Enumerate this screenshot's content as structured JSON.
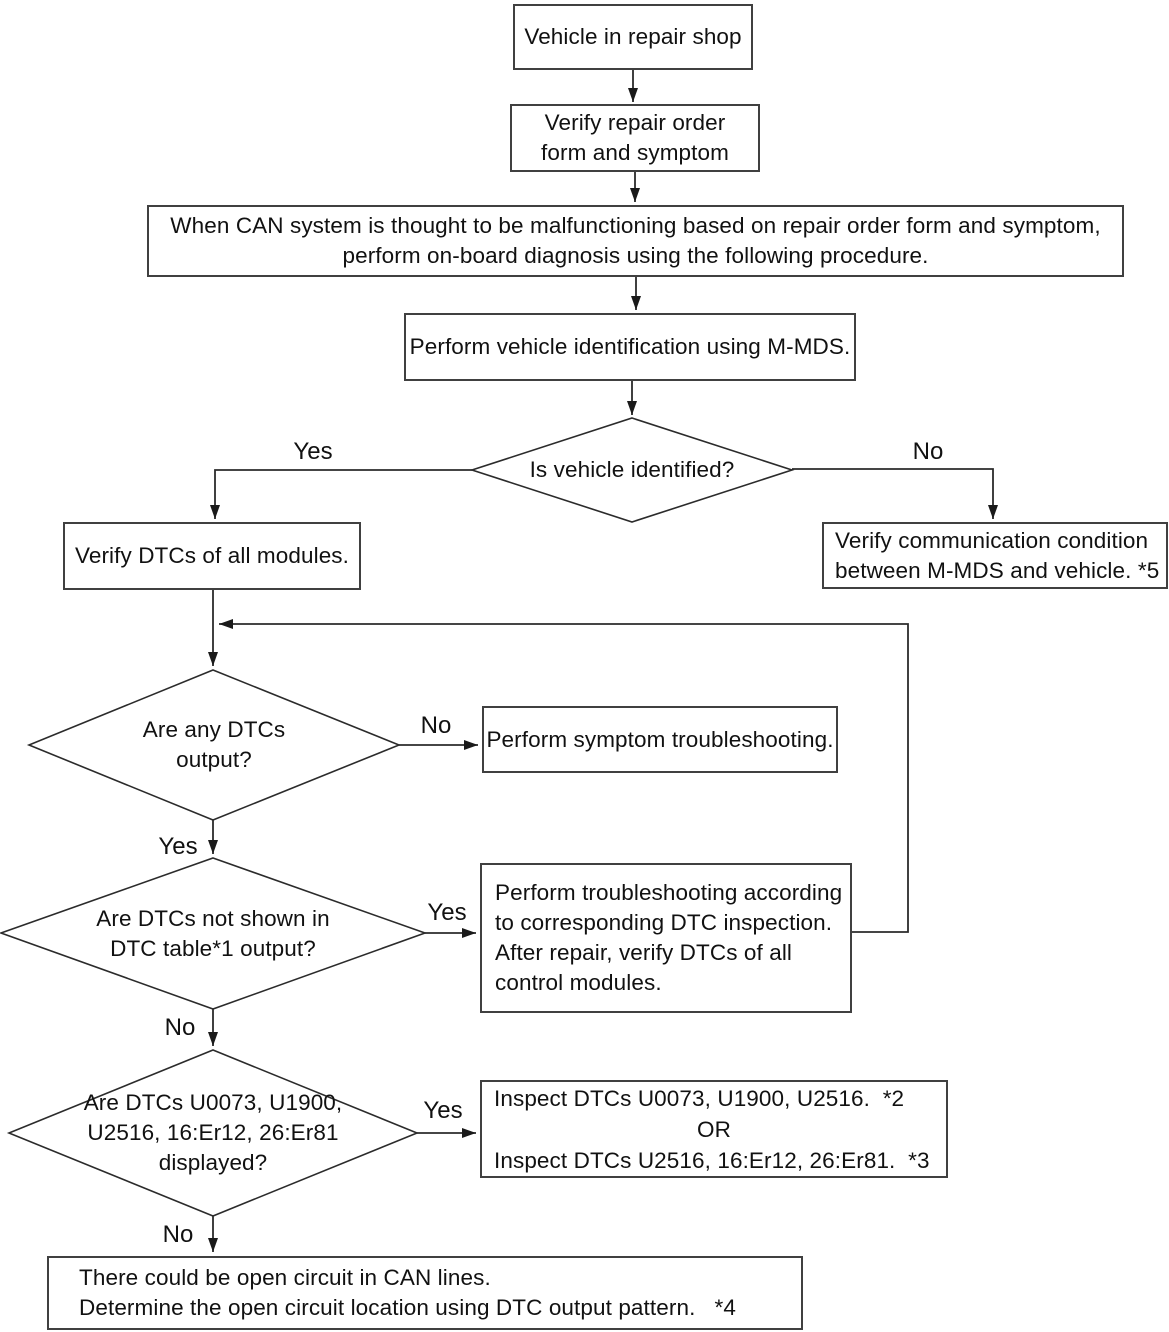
{
  "colors": {
    "background": "#ffffff",
    "line": "#2b2b2b",
    "box_border": "#404040",
    "text": "#111111"
  },
  "nodes": {
    "vehicle_in_shop": {
      "text": "Vehicle in repair shop"
    },
    "verify_repair_order": {
      "lines": [
        "Verify repair order",
        "form and symptom"
      ]
    },
    "can_system": {
      "lines": [
        "When CAN system is thought to be malfunctioning based on repair order form and symptom,",
        "perform on-board diagnosis using the following procedure."
      ]
    },
    "vehicle_identification": {
      "text": "Perform vehicle identification using M-MDS."
    },
    "is_vehicle_identified": {
      "text": "Is vehicle identified?"
    },
    "verify_dtcs_all": {
      "text": "Verify DTCs of all modules."
    },
    "verify_communication": {
      "lines": [
        "Verify communication condition",
        "between M-MDS and vehicle. *5"
      ]
    },
    "any_dtcs_output": {
      "lines": [
        "Are any DTCs",
        "output?"
      ]
    },
    "symptom_troubleshooting": {
      "text": "Perform symptom troubleshooting."
    },
    "dtcs_not_in_table": {
      "lines": [
        "Are DTCs not shown in",
        "DTC table*1 output?"
      ]
    },
    "dtc_inspection": {
      "lines": [
        "Perform troubleshooting according",
        "to corresponding DTC inspection.",
        "After repair, verify DTCs of all",
        "control modules."
      ]
    },
    "dtcs_displayed": {
      "lines": [
        "Are DTCs U0073, U1900,",
        "U2516, 16:Er12, 26:Er81",
        "displayed?"
      ]
    },
    "inspect_dtcs": {
      "line1": "Inspect DTCs U0073, U1900, U2516.  *2",
      "or": "OR",
      "line2": "Inspect DTCs U2516, 16:Er12, 26:Er81.  *3"
    },
    "open_circuit": {
      "lines": [
        "There could be open circuit in CAN lines.",
        "Determine the open circuit location using DTC output pattern.   *4"
      ]
    }
  },
  "edge_labels": {
    "identified_yes": "Yes",
    "identified_no": "No",
    "any_dtcs_no": "No",
    "any_dtcs_yes": "Yes",
    "not_in_table_yes": "Yes",
    "not_in_table_no": "No",
    "displayed_yes": "Yes",
    "displayed_no": "No"
  }
}
